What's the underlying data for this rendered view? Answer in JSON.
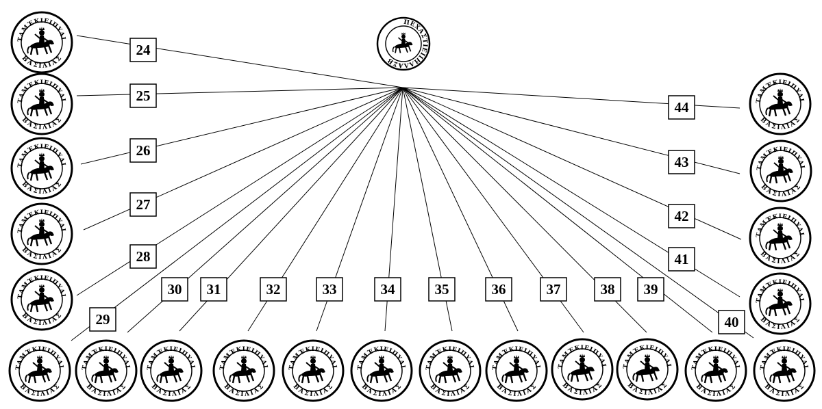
{
  "diagram": {
    "central_seal": {
      "inscription": "ΠΕΧΑΣΤΙΕΙΙΗΛΛΑΣΒ"
    },
    "seal_inscription_top": "ΙΤΑΜΈΚΙΕΙΠΥΛΙΣ",
    "seal_inscription_bottom": "ΒΑΣΙΛΙΑΣ",
    "labels": [
      "24",
      "25",
      "26",
      "27",
      "28",
      "29",
      "30",
      "31",
      "32",
      "33",
      "34",
      "35",
      "36",
      "37",
      "38",
      "39",
      "40",
      "41",
      "42",
      "43",
      "44"
    ]
  }
}
